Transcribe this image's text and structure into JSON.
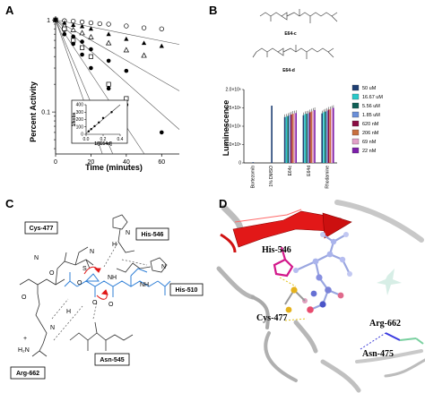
{
  "panels": {
    "a": {
      "label": "A"
    },
    "b": {
      "label": "B",
      "compound_top": "E64-c",
      "compound_bottom": "E64-d"
    },
    "c": {
      "label": "C",
      "residues": {
        "cys": "Cys-477",
        "his546": "His-546",
        "his510": "His-510",
        "arg": "Arg-662",
        "asn": "Asn-545"
      },
      "atoms": {
        "s": "S",
        "o1": "O",
        "o2": "O",
        "o3": "O",
        "o4": "O",
        "o5": "O",
        "n1": "N",
        "n2": "N",
        "n3": "N",
        "n4": "N",
        "n5": "N",
        "nh1": "NH",
        "nh2": "NH",
        "h1": "H",
        "h2": "H",
        "nh2g": "H₂N",
        "plus": "+"
      }
    },
    "d": {
      "label": "D",
      "residues": {
        "his": "His-546",
        "cys": "Cys-477",
        "arg": "Arg-662",
        "asn": "Asn-475"
      }
    }
  },
  "chart_data": [
    {
      "type": "scatter",
      "panel": "A",
      "xlabel": "Time (minutes)",
      "ylabel": "Percent Activity",
      "x_ticks": [
        "0",
        "20",
        "40",
        "60"
      ],
      "y_ticks": [
        "1",
        "0.1"
      ],
      "xlim": [
        0,
        70
      ],
      "ylim_log": [
        0.035,
        1.1
      ],
      "series": [
        {
          "marker": "open-circle",
          "points": [
            [
              0,
              1.0
            ],
            [
              5,
              0.98
            ],
            [
              10,
              0.97
            ],
            [
              15,
              0.95
            ],
            [
              20,
              0.93
            ],
            [
              25,
              0.91
            ],
            [
              30,
              0.9
            ],
            [
              40,
              0.86
            ],
            [
              50,
              0.82
            ],
            [
              60,
              0.8
            ]
          ],
          "slope": -0.0038
        },
        {
          "marker": "filled-triangle",
          "points": [
            [
              0,
              1.0
            ],
            [
              5,
              0.93
            ],
            [
              10,
              0.88
            ],
            [
              15,
              0.85
            ],
            [
              20,
              0.8
            ],
            [
              30,
              0.7
            ],
            [
              40,
              0.62
            ],
            [
              50,
              0.56
            ],
            [
              60,
              0.52
            ]
          ],
          "slope": -0.011
        },
        {
          "marker": "open-triangle",
          "points": [
            [
              0,
              1.0
            ],
            [
              5,
              0.86
            ],
            [
              10,
              0.78
            ],
            [
              15,
              0.72
            ],
            [
              20,
              0.65
            ],
            [
              30,
              0.56
            ],
            [
              40,
              0.47
            ],
            [
              50,
              0.41
            ]
          ],
          "slope": -0.017
        },
        {
          "marker": "filled-circle",
          "points": [
            [
              0,
              1.0
            ],
            [
              5,
              0.78
            ],
            [
              10,
              0.66
            ],
            [
              15,
              0.58
            ],
            [
              20,
              0.48
            ],
            [
              30,
              0.36
            ],
            [
              40,
              0.28
            ]
          ],
          "slope": -0.029
        },
        {
          "marker": "open-square",
          "points": [
            [
              0,
              1.0
            ],
            [
              5,
              0.8
            ],
            [
              10,
              0.6
            ],
            [
              15,
              0.5
            ],
            [
              20,
              0.4
            ],
            [
              30,
              0.2
            ],
            [
              40,
              0.14
            ]
          ],
          "slope": -0.045
        },
        {
          "marker": "filled-circle",
          "points": [
            [
              0,
              1.0
            ],
            [
              5,
              0.7
            ],
            [
              10,
              0.55
            ],
            [
              15,
              0.42
            ],
            [
              20,
              0.3
            ],
            [
              30,
              0.18
            ],
            [
              40,
              0.12
            ],
            [
              60,
              0.06
            ]
          ],
          "slope": -0.055
        }
      ],
      "inset": {
        "type": "scatter",
        "xlabel": "1/[E64d]",
        "ylabel": "1/kobs",
        "x_ticks": [
          "0.0",
          "0.2",
          "0.4"
        ],
        "y_ticks": [
          "0",
          "100",
          "200",
          "300",
          "400"
        ],
        "xlim": [
          0,
          0.4
        ],
        "ylim": [
          0,
          400
        ],
        "points": [
          [
            0.03,
            40
          ],
          [
            0.06,
            70
          ],
          [
            0.1,
            110
          ],
          [
            0.15,
            160
          ],
          [
            0.2,
            220
          ],
          [
            0.3,
            300
          ]
        ],
        "fit": [
          [
            0,
            10
          ],
          [
            0.4,
            400
          ]
        ]
      }
    },
    {
      "type": "bar",
      "panel": "B",
      "ylabel": "Luminescence",
      "y_ticks": [
        "0",
        "5.0×10⁵",
        "1.0×10⁶",
        "1.5×10⁶",
        "2.0×10⁶"
      ],
      "ylim": [
        0,
        2000000
      ],
      "categories": [
        "Bortezomib",
        "1% DMSO",
        "E64c",
        "E64d",
        "Rhodamine"
      ],
      "legend_position": "right",
      "series": [
        {
          "name": "50 uM",
          "color": "#1f3f73",
          "values": [
            20000,
            1560000,
            1250000,
            1300000,
            1350000
          ]
        },
        {
          "name": "16.67 uM",
          "color": "#29c9c9",
          "values": [
            null,
            null,
            1260000,
            1330000,
            1380000
          ]
        },
        {
          "name": "5.56 uM",
          "color": "#0f5f56",
          "values": [
            null,
            null,
            1280000,
            1340000,
            1400000
          ]
        },
        {
          "name": "1.85 uM",
          "color": "#6a8fd8",
          "values": [
            null,
            null,
            1300000,
            1350000,
            1420000
          ]
        },
        {
          "name": "620 nM",
          "color": "#8a0d43",
          "values": [
            null,
            null,
            1320000,
            1380000,
            1450000
          ]
        },
        {
          "name": "206 nM",
          "color": "#c8703e",
          "values": [
            null,
            null,
            1340000,
            1400000,
            1460000
          ]
        },
        {
          "name": "69 nM",
          "color": "#e2a0c8",
          "values": [
            null,
            null,
            1350000,
            1420000,
            1480000
          ]
        },
        {
          "name": "22 nM",
          "color": "#7d1faa",
          "values": [
            null,
            null,
            1360000,
            1440000,
            1500000
          ]
        }
      ]
    }
  ]
}
